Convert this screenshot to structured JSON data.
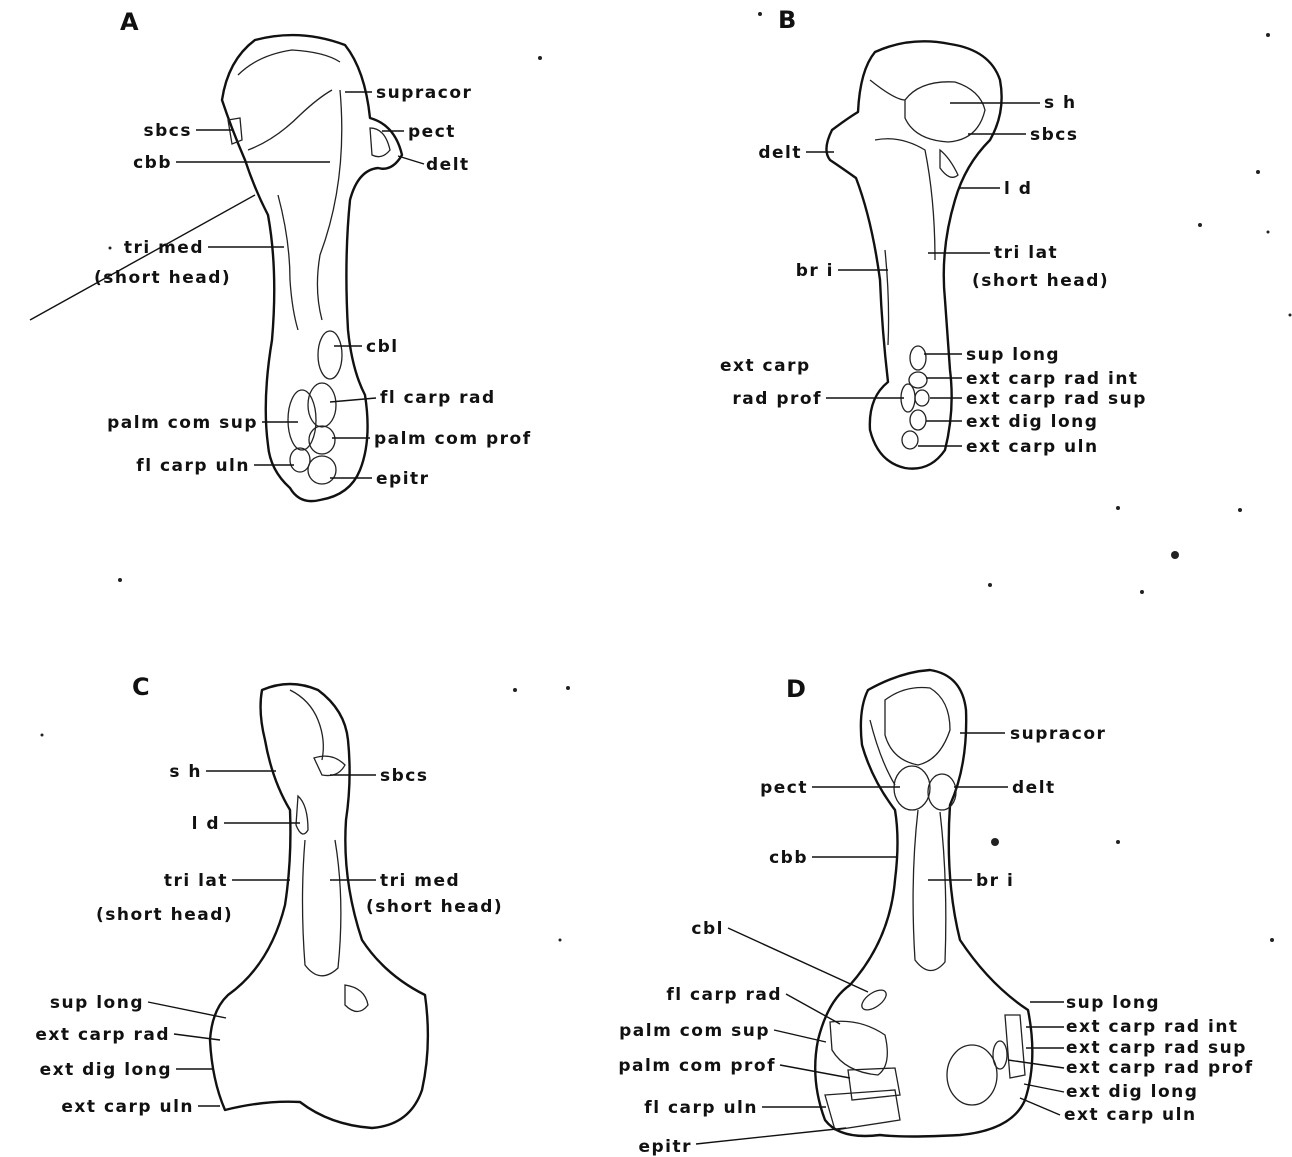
{
  "panels": {
    "A": {
      "letter": "A",
      "labels": {
        "supracor": "supracor",
        "sbcs": "sbcs",
        "pect": "pect",
        "cbb": "cbb",
        "delt": "delt",
        "tri_med": "tri med",
        "short_head": "(short head)",
        "cbl": "cbl",
        "fl_carp_rad": "fl carp rad",
        "palm_com_sup": "palm com sup",
        "palm_com_prof": "palm com prof",
        "fl_carp_uln": "fl carp uln",
        "epitr": "epitr"
      }
    },
    "B": {
      "letter": "B",
      "labels": {
        "sh": "s h",
        "sbcs": "sbcs",
        "delt": "delt",
        "ld": "l d",
        "br_i": "br i",
        "tri_lat": "tri lat",
        "short_head": "(short head)",
        "sup_long": "sup long",
        "ext_carp": "ext carp",
        "ext_carp_rad_int": "ext carp rad int",
        "rad_prof": "rad prof",
        "ext_carp_rad_sup": "ext carp rad sup",
        "ext_dig_long": "ext dig long",
        "ext_carp_uln": "ext carp uln"
      }
    },
    "C": {
      "letter": "C",
      "labels": {
        "sh": "s h",
        "sbcs": "sbcs",
        "ld": "l d",
        "tri_lat": "tri lat",
        "tri_med": "tri med",
        "short_head_left": "(short head)",
        "short_head_right": "(short head)",
        "sup_long": "sup long",
        "ext_carp_rad": "ext carp rad",
        "ext_dig_long": "ext dig long",
        "ext_carp_uln": "ext carp uln"
      }
    },
    "D": {
      "letter": "D",
      "labels": {
        "supracor": "supracor",
        "pect": "pect",
        "delt": "delt",
        "cbb": "cbb",
        "br_i": "br i",
        "cbl": "cbl",
        "fl_carp_rad": "fl carp rad",
        "sup_long": "sup long",
        "ext_carp_rad_int": "ext carp rad int",
        "palm_com_sup": "palm com sup",
        "ext_carp_rad_sup": "ext carp rad sup",
        "palm_com_prof": "palm com prof",
        "ext_carp_rad_prof": "ext carp rad prof",
        "ext_dig_long": "ext dig long",
        "fl_carp_uln": "fl carp uln",
        "ext_carp_uln": "ext carp uln",
        "epitr": "epitr"
      }
    }
  }
}
